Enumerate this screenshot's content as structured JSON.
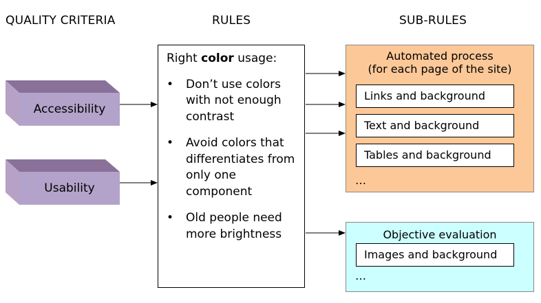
{
  "headers": {
    "quality": "QUALITY CRITERIA",
    "rules": "RULES",
    "subrules": "SUB-RULES"
  },
  "criteria": [
    "Accessibility",
    "Usability"
  ],
  "rules": {
    "title_pre": "Right ",
    "title_bold": "color",
    "title_post": " usage:",
    "items": [
      "Don’t use colors with not enough contrast",
      "Avoid colors that differentiates from only one component",
      "Old people need more brightness"
    ]
  },
  "automated": {
    "title_line1": "Automated process",
    "title_line2": "(for each page of the site)",
    "items": [
      "Links and background",
      "Text and background",
      "Tables and background"
    ],
    "ellipsis": "…",
    "color": "#fdc898"
  },
  "objective": {
    "title": "Objective evaluation",
    "items": [
      "Images and background"
    ],
    "ellipsis": "…",
    "color": "#ccffff"
  },
  "colors": {
    "criteria_front": "#b3a2c9",
    "criteria_top": "#8a7199"
  }
}
